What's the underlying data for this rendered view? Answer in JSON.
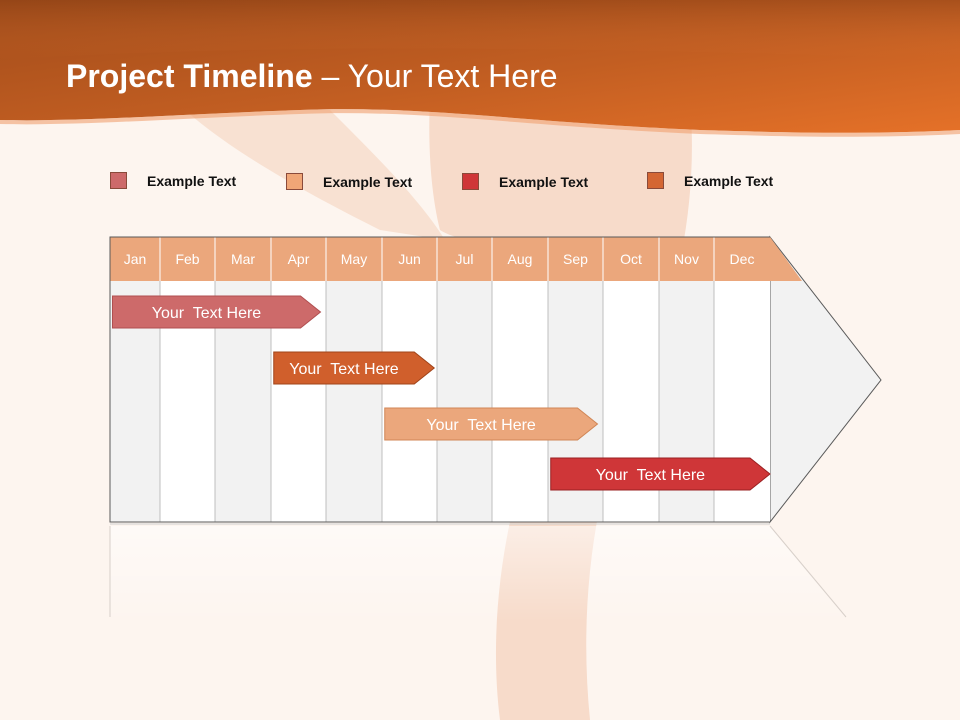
{
  "slide": {
    "title_bold": "Project Timeline",
    "title_rest": " – Your Text Here"
  },
  "colors": {
    "header_top": "#a4511c",
    "header_bottom": "#e0702a",
    "background": "#fdf5ef",
    "month_header": "#eba77c",
    "column_dark": "#f2f2f2",
    "column_light": "#ffffff",
    "grid_line": "#bfbfbf"
  },
  "legend": [
    {
      "label": "Example Text",
      "color": "#cd6a6a"
    },
    {
      "label": "Example Text",
      "color": "#f0a677"
    },
    {
      "label": "Example Text",
      "color": "#cf3638"
    },
    {
      "label": "Example Text",
      "color": "#d46633"
    }
  ],
  "timeline": {
    "months": [
      "Jan",
      "Feb",
      "Mar",
      "Apr",
      "May",
      "Jun",
      "Jul",
      "Aug",
      "Sep",
      "Oct",
      "Nov",
      "Dec"
    ],
    "bars": [
      {
        "label": "Your  Text Here",
        "start": 0.05,
        "end": 3.9,
        "color": "#cd6a6a",
        "stroke": "#b04f50"
      },
      {
        "label": "Your  Text Here",
        "start": 3.05,
        "end": 5.95,
        "color": "#d05f2c",
        "stroke": "#a0441a"
      },
      {
        "label": "Your  Text Here",
        "start": 5.05,
        "end": 8.9,
        "color": "#eba77c",
        "stroke": "#d08656"
      },
      {
        "label": "Your  Text Here",
        "start": 8.05,
        "end": 12.0,
        "color": "#cf3638",
        "stroke": "#9a2022"
      }
    ]
  }
}
